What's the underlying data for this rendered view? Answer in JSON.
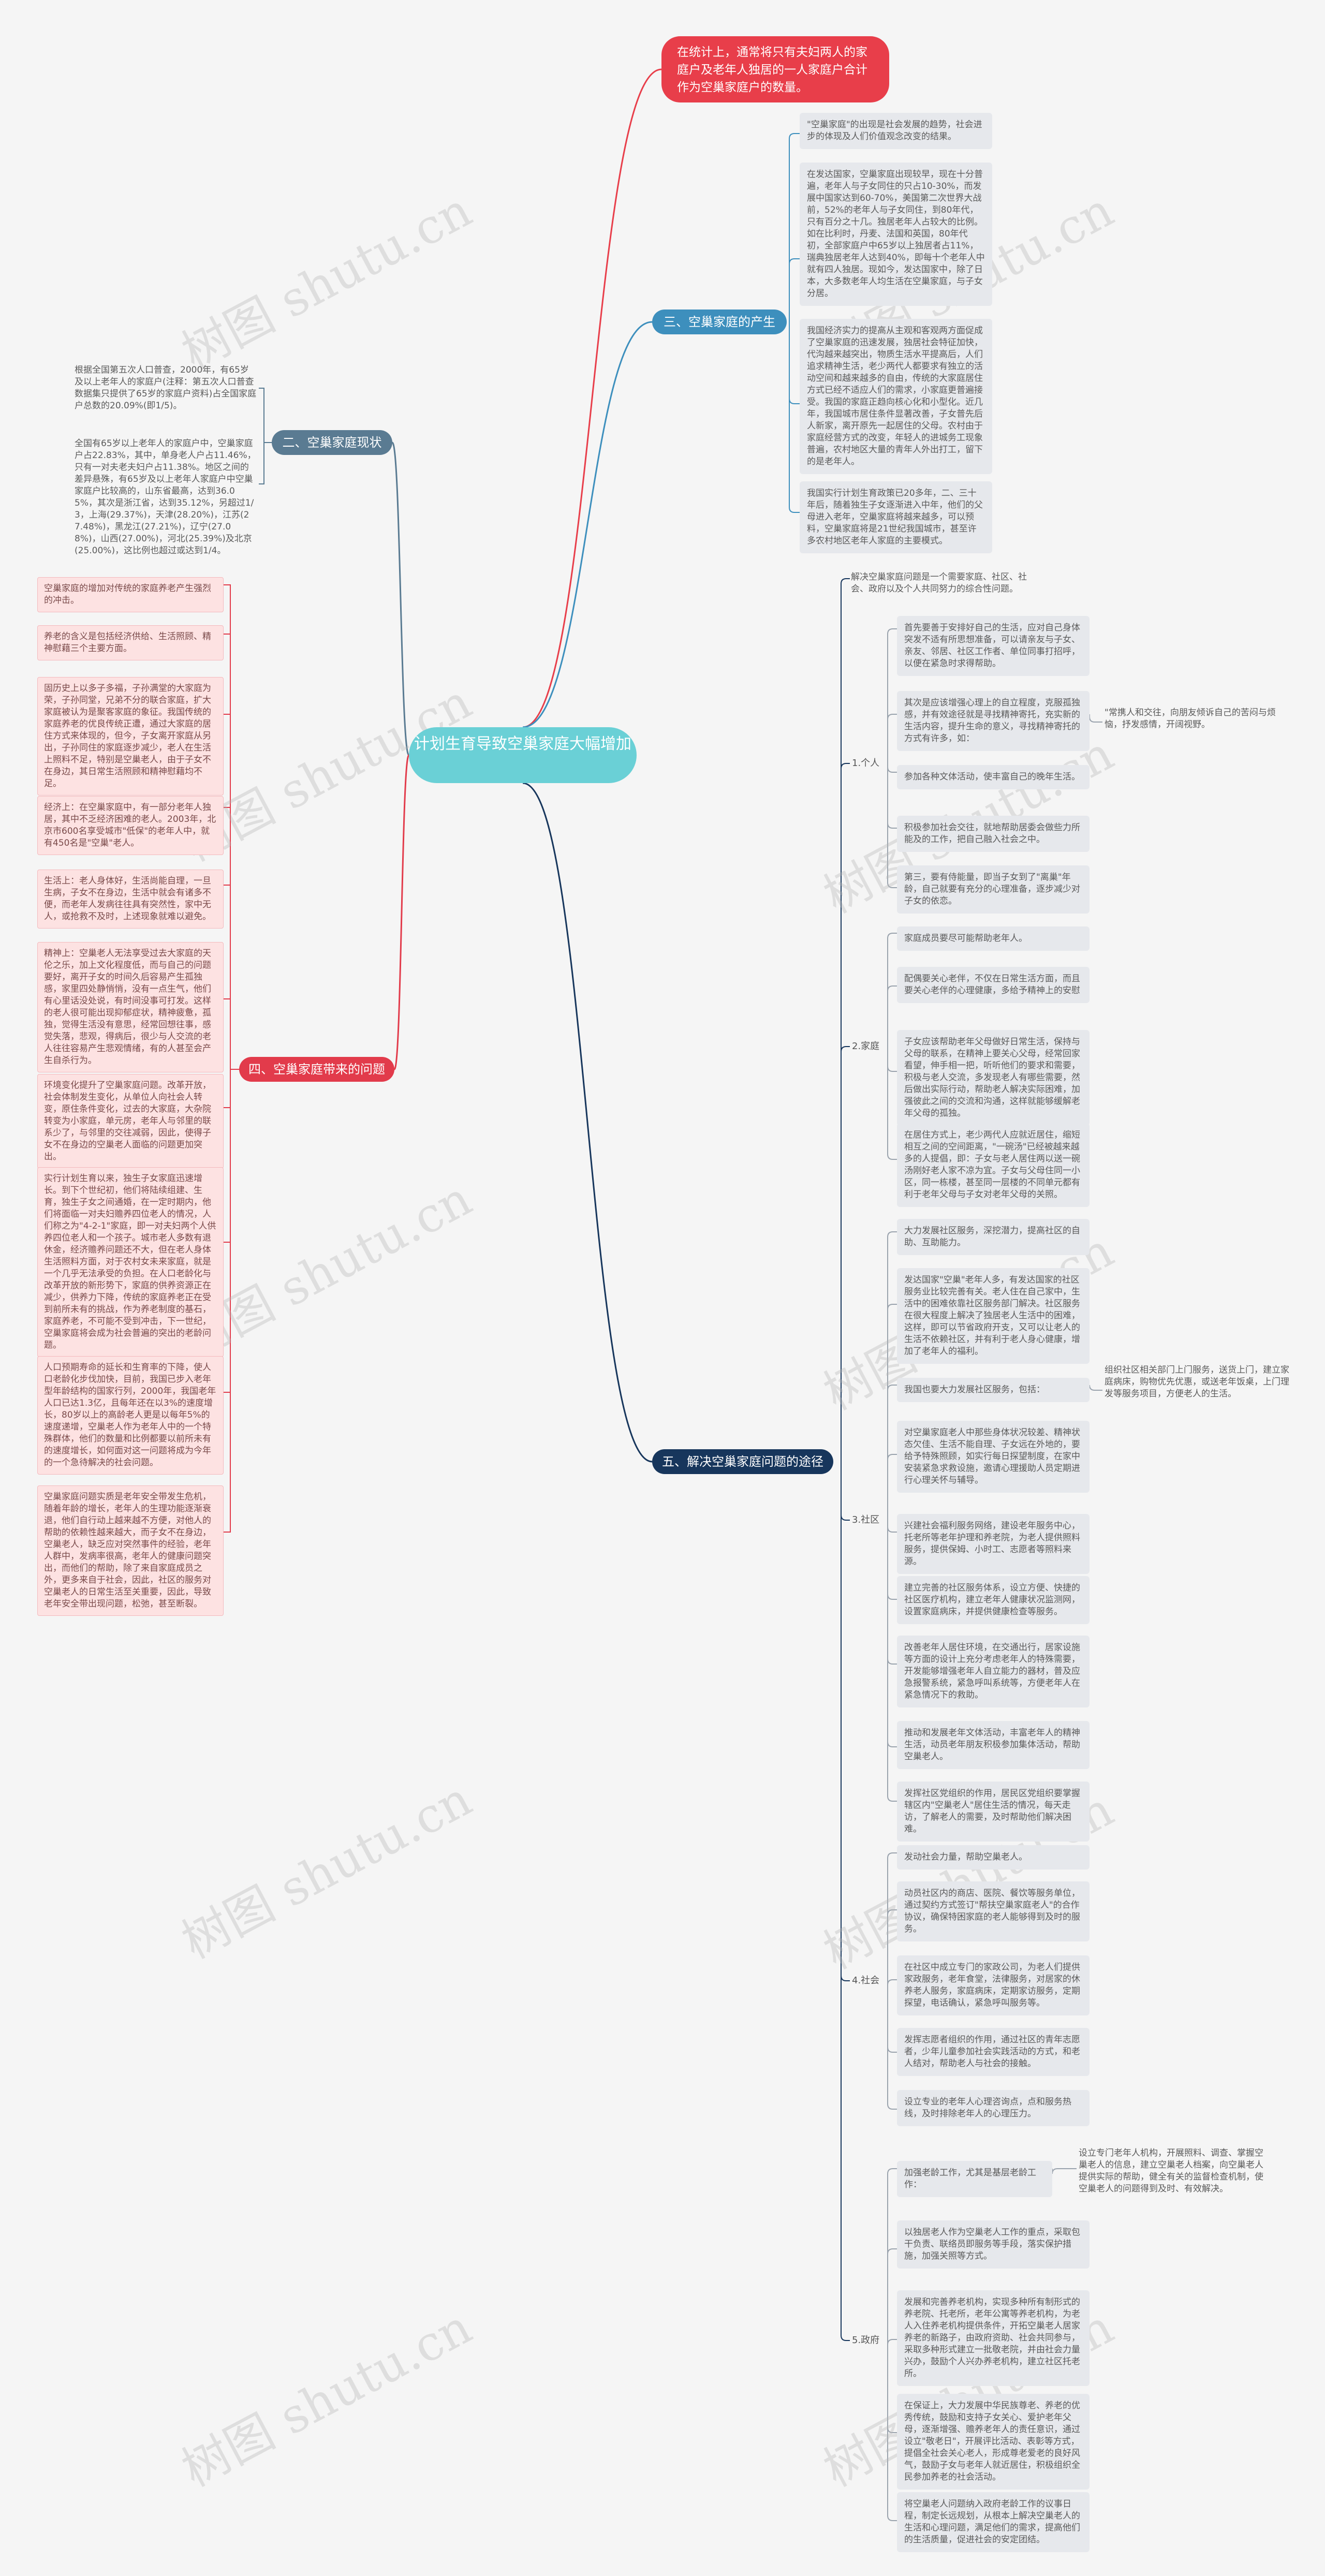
{
  "root": "计划生育导致空巢家庭大幅增加",
  "top_note": "在统计上，通常将只有夫妇两人的家庭户及老年人独居的一人家庭户合计作为空巢家庭户的数量。",
  "branch1": {
    "label": "三、空巢家庭的产生",
    "notes": [
      "\"空巢家庭\"的出现是社会发展的趋势，社会进步的体现及人们价值观念改变的结果。",
      "在发达国家，空巢家庭出现较早，现在十分普遍，老年人与子女同住的只占10-30%，而发展中国家达到60-70%，美国第二次世界大战前，52%的老年人与子女同住，到80年代，只有百分之十几。独居老年人占较大的比例。如在比利时，丹麦、法国和英国，80年代初，全部家庭户中65岁以上独居者占11%，瑞典独居老年人达到40%，即每十个老年人中就有四人独居。现如今，发达国家中，除了日本，大多数老年人均生活在空巢家庭，与子女分居。",
      "我国经济实力的提高从主观和客观两方面促成了空巢家庭的迅速发展，独居社会特征加快，代沟越来越突出，物质生活水平提高后，人们追求精神生活，老少两代人都要求有独立的活动空间和越来越多的自由，传统的大家庭居住方式已经不适应人们的需求，小家庭更普遍接受。我国的家庭正趋向核心化和小型化。近几年，我国城市居住条件显著改善，子女普先后人新家，离开原先一起居住的父母。农村由于家庭经营方式的改变，年轻人的进城务工现象普遍，农村地区大量的青年人外出打工，留下的是老年人。",
      "我国实行计划生育政策已20多年，二、三十年后，随着独生子女逐渐进入中年，他们的父母进入老年，空巢家庭将越来越多，可以预料，空巢家庭将是21世纪我国城市，甚至许多农村地区老年人家庭的主要模式。"
    ]
  },
  "branch2": {
    "label": "二、空巢家庭现状",
    "notes": [
      "根据全国第五次人口普查，2000年，有65岁及以上老年人的家庭户(注释：第五次人口普查数据集只提供了65岁的家庭户资料)占全国家庭户总数的20.09%(即1/5)。",
      "全国有65岁以上老年人的家庭户中，空巢家庭户占22.83%，其中，单身老人户占11.46%，只有一对夫老夫妇户占11.38%。地区之间的差异悬殊，有65岁及以上老年人家庭户中空巢家庭户比较高的，山东省最高，达到36.05%，其次是浙江省，达到35.12%，另超过1/3，上海(29.37%)，天津(28.20%)，江苏(27.48%)，黑龙江(27.21%)，辽宁(27.08%)，山西(27.00%)，河北(25.39%)及北京(25.00%)，这比例也超过或达到1/4。"
    ]
  },
  "branch4": {
    "label": "四、空巢家庭带来的问题",
    "notes": [
      "空巢家庭的增加对传统的家庭养老产生强烈的冲击。",
      "养老的含义是包括经济供给、生活照顾、精神慰藉三个主要方面。",
      "固历史上以多子多福，子孙满堂的大家庭为荣，子孙同堂，兄弟不分的联合家庭，扩大家庭被认为是聚客家庭的象征。我国传统的家庭养老的优良传统正遭，通过大家庭的居住方式来体现的，但今，子女离开家庭从另出，子孙同住的家庭逐步减少，老人在生活上照料不足，特别是空巢老人，由于子女不在身边，其日常生活照顾和精神慰藉均不足。",
      "经济上：在空巢家庭中，有一部分老年人独居，其中不乏经济困难的老人。2003年，北京市600名享受城市\"低保\"的老年人中，就有450名是\"空巢\"老人。",
      "生活上：老人身体好，生活尚能自理，一旦生病，子女不在身边，生活中就会有诸多不便，而老年人发病往往具有突然性，家中无人，或抢救不及时，上述现象就难以避免。",
      "精神上：空巢老人无法享受过去大家庭的天伦之乐，加上文化程度低，而与自己的问题要好，离开子女的时间久后容易产生孤独感，家里四处静悄悄，没有一点生气，他们有心里话没处说，有时间没事可打发。这样的老人很可能出现抑郁症状，精神疲惫，孤独，觉得生活没有意思，经常回想往事，感觉失落，悲观，得病后，很少与人交流的老人往往容易产生悲观情绪，有的人甚至会产生自杀行为。",
      "环境变化提升了空巢家庭问题。改革开放，社会体制发生变化，从单位人向社会人转变，原住条件变化，过去的大家庭，大杂院转变为小家庭，单元房，老年人与邻里的联系少了，与邻里的交往减弱，因此，使得子女不在身边的空巢老人面临的问题更加突出。",
      "实行计划生育以来，独生子女家庭迅速增长。到下个世纪初，他们将陆续组建、生育，独生子女之间通婚，在一定时期内，他们将面临一对夫妇赡养四位老人的情况，人们称之为\"4-2-1\"家庭，即一对夫妇两个人供养四位老人和一个孩子。城市老人多数有退休金，经济赡养问题还不大，但在老人身体生活照料方面，对于农村女未来家庭，就是一个几乎无法承受的负担。在人口老龄化与改革开放的新形势下，家庭的供养资源正在减少，供养力下降，传统的家庭养老正在受到前所未有的挑战，作为养老制度的基石，家庭养老，不可能不受到冲击，下一世纪，空巢家庭将会成为社会普遍的突出的老龄问题。",
      "人口预期寿命的延长和生育率的下降，使人口老龄化步伐加快，目前，我国已步入老年型年龄结构的国家行列，2000年，我国老年人口已达1.3亿，且每年还在以3%的速度增长，80岁以上的高龄老人更是以每年5%的速度递增，空巢老人作为老年人中的一个特殊群体，他们的数量和比例都要以前所未有的速度增长，如何面对这一问题将成为今年的一个急待解决的社会问题。",
      "空巢家庭问题实质是老年安全带发生危机，随着年龄的增长，老年人的生理功能逐渐衰退，他们自行动上越来越不方便，对他人的帮助的依赖性越来越大，而子女不在身边，空巢老人，缺乏应对突然事件的经验，老年人群中，发病率很高，老年人的健康问题突出，而他们的帮助，除了来自家庭成员之外，更多来自于社会，因此，社区的服务对空巢老人的日常生活至关重要，因此，导致老年安全带出现问题，松弛，甚至断裂。"
    ]
  },
  "branch5": {
    "label": "五、解决空巢家庭问题的途径",
    "intro": "解决空巢家庭问题是一个需要家庭、社区、社会、政府以及个人共同努力的综合性问题。",
    "groups": [
      {
        "label": "1.个人",
        "notes": [
          "首先要善于安排好自己的生活，应对自己身体突发不适有所思想准备，可以请亲友与子女、亲友、邻居、社区工作者、单位同事打招呼，以便在紧急时求得帮助。",
          "其次是应该增强心理上的自立程度，克服孤独感，并有效途径就是寻找精神寄托，充实新的生活内容，提升生命的意义，寻找精神寄托的方式有许多，如：",
          "参加各种文体活动，使丰富自己的晚年生活。",
          "积极参加社会交往，就地帮助居委会做些力所能及的工作，把自己融入社会之中。",
          "第三，要有侍能量，即当子女到了\"离巢\"年龄，自己就要有充分的心理准备，逐步减少对子女的依恋。"
        ],
        "sub_note": "\"常携人和交往，向朋友倾诉自己的苦闷与烦恼，抒发感情，开阔视野。"
      },
      {
        "label": "2.家庭",
        "notes": [
          "家庭成员要尽可能帮助老年人。",
          "配偶要关心老伴，不仅在日常生活方面，而且要关心老伴的心理健康，多给予精神上的安慰",
          "子女应该帮助老年父母做好日常生活，保持与父母的联系，在精神上要关心父母，经常回家看望，伸手相一把，听听他们的要求和需要，积极与老人交流，多发现老人有哪些需要，然后做出实际行动，帮助老人解决实际困难，加强彼此之间的交流和沟通，这样就能够缓解老年父母的孤独。",
          "在居住方式上，老少两代人应就近居住，缩短相互之间的空间距离，\"一碗汤\"已经被越来越多的人提倡，即：子女与老人居住两以送一碗汤刚好老人家不凉为宜。子女与父母住同一小区，同一栋楼，甚至同一层楼的不同单元都有利于老年父母与子女对老年父母的关照。"
        ]
      },
      {
        "label": "3.社区",
        "notes": [
          "大力发展社区服务，深挖潜力，提高社区的自助、互助能力。",
          "发达国家\"空巢\"老年人多，有发达国家的社区服务业比较完善有关。老人住在自己家中，生活中的困难依靠社区服务部门解决。社区服务在很大程度上解决了独居老人生活中的困难，这样，即可以节省政府开支，又可以让老人的生活不依赖社区，并有利于老人身心健康，增加了老年人的福利。",
          "我国也要大力发展社区服务，包括：",
          "对空巢家庭老人中那些身体状况较差、精神状态欠佳、生活不能自理、子女远在外地的，要给予特殊照顾，如实行每日探望制度，在家中安装紧急求救设施，邀请心理援助人员定期进行心理关怀与辅导。",
          "兴建社会福利服务网络，建设老年服务中心，托老所等老年护理和养老院，为老人提供照料服务，提供保姆、小时工、志愿者等照料来源。",
          "建立完善的社区服务体系，设立方便、快捷的社区医疗机构，建立老年人健康状况监测网，设置家庭病床，并提供健康检查等服务。",
          "改善老年人居住环境，在交通出行，居家设施等方面的设计上充分考虑老年人的特殊需要，开发能够增强老年人自立能力的器材，普及应急报警系统，紧急呼叫系统等，方便老年人在紧急情况下的救助。",
          "推动和发展老年文体活动，丰富老年人的精神生活，动员老年朋友积极参加集体活动，帮助空巢老人。",
          "发挥社区党组织的作用，居民区党组织要掌握辖区内\"空巢老人\"居住生活的情况，每天走访，了解老人的需要，及时帮助他们解决困难。"
        ],
        "sub_note": "组织社区相关部门上门服务，送货上门，建立家庭病床，购物优先优惠，或送老年饭桌，上门理发等服务项目，方便老人的生活。"
      },
      {
        "label": "4.社会",
        "notes": [
          "发动社会力量，帮助空巢老人。",
          "动员社区内的商店、医院、餐饮等服务单位，通过契约方式签订\"帮扶空巢家庭老人\"的合作协议，确保特困家庭的老人能够得到及时的服务。",
          "在社区中成立专门的家政公司，为老人们提供家政服务，老年食堂，法律服务，对居家的休养老人服务，家庭病床，定期家访服务，定期探望，电话确认，紧急呼叫服务等。",
          "发挥志愿者组织的作用，通过社区的青年志愿者，少年儿童参加社会实践活动的方式，和老人结对，帮助老人与社会的接触。",
          "设立专业的老年人心理咨询点，点和服务热线，及时排除老年人的心理压力。"
        ]
      },
      {
        "label": "5.政府",
        "notes": [
          "加强老龄工作，尤其是基层老龄工作：",
          "以独居老人作为空巢老人工作的重点，采取包干负责、联络员即服务等手段，落实保护措施，加强关照等方式。",
          "发展和完善养老机构，实现多种所有制形式的养老院、托老所，老年公寓等养老机构，为老人入住养老机构提供条件，开拓空巢老人居家养老的新路子，由政府资助、社会共同参与，采取多种形式建立一批敬老院，并由社会力量兴办，鼓励个人兴办养老机构，建立社区托老所。",
          "在保证上，大力发展中华民族尊老、养老的优秀传统，鼓励和支持子女关心、爱护老年父母，逐渐增强、赡养老年人的责任意识，通过设立\"敬老日\"，开展评比活动、表彰等方式，提倡全社会关心老人，形成尊老爱老的良好风气，鼓励子女与老年人就近居住，积极组织全民参加养老的社会活动。",
          "将空巢老人问题纳入政府老龄工作的议事日程，制定长远规划，从根本上解决空巢老人的生活和心理问题，满足他们的需求，提高他们的生活质量，促进社会的安定团结。"
        ],
        "sub_note": "设立专门老年人机构，开展照料、调查、掌握空巢老人的信息，建立空巢老人档案，向空巢老人提供实际的帮助，健全有关的监督检查机制，使空巢老人的问题得到及时、有效解决。"
      }
    ]
  },
  "watermark": "树图 shutu.cn",
  "colors": {
    "root": "#6ad0d6",
    "top": "#e83e4a",
    "branch1": "#3d8fbd",
    "branch2": "#5a7b92",
    "branch4": "#e23b4b",
    "branch5": "#17365c"
  }
}
